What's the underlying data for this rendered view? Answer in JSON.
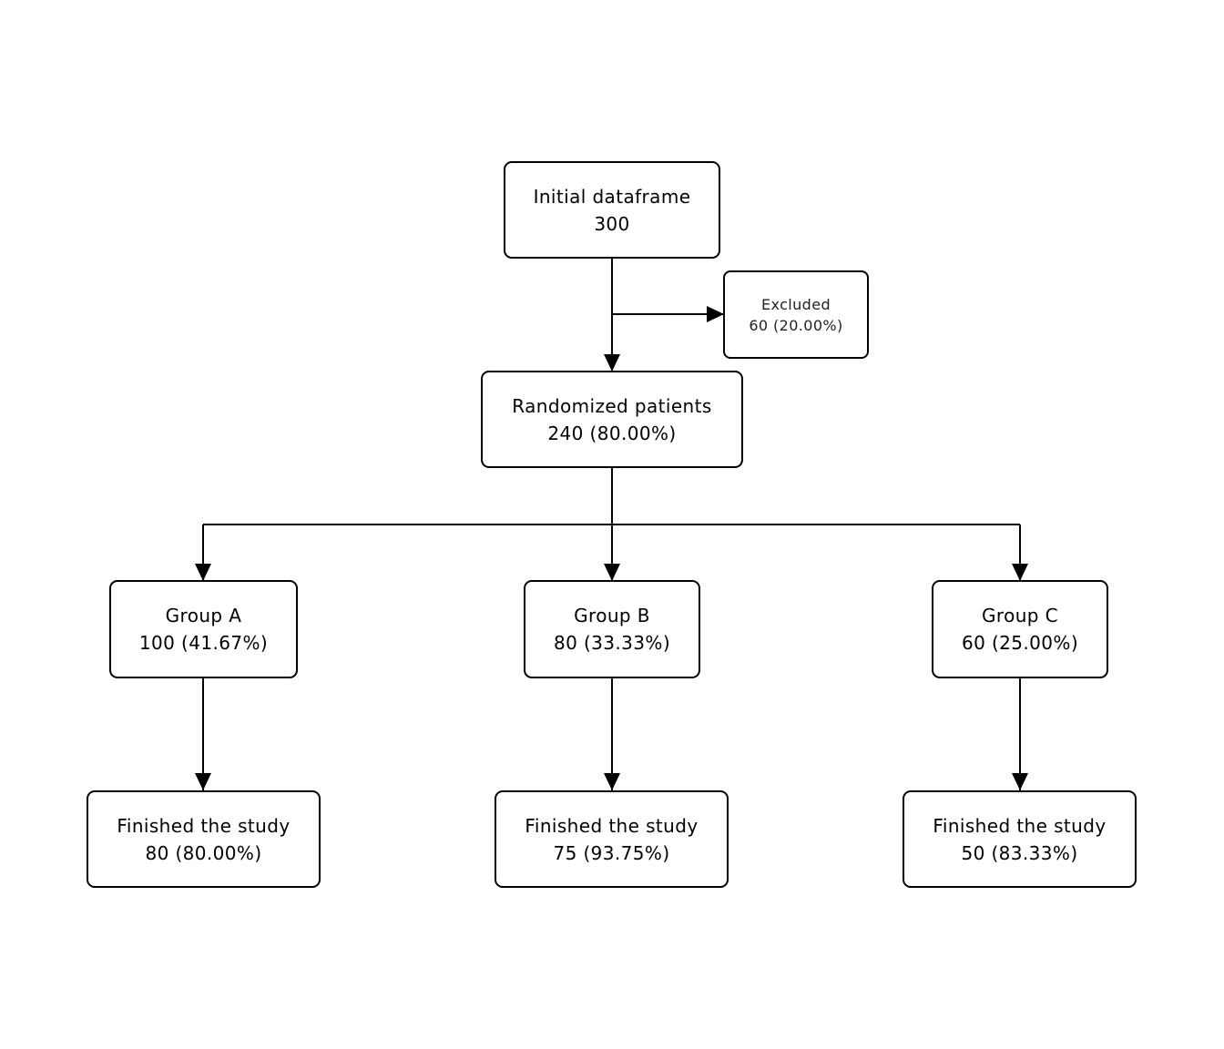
{
  "colors": {
    "stroke": "#000000",
    "background": "#ffffff"
  },
  "nodes": {
    "initial": {
      "label": "Initial dataframe",
      "value": "300"
    },
    "excluded": {
      "label": "Excluded",
      "value": "60 (20.00%)"
    },
    "randomized": {
      "label": "Randomized patients",
      "value": "240 (80.00%)"
    },
    "group_a": {
      "label": "Group A",
      "value": "100 (41.67%)"
    },
    "group_b": {
      "label": "Group B",
      "value": "80 (33.33%)"
    },
    "group_c": {
      "label": "Group C",
      "value": "60 (25.00%)"
    },
    "finished_a": {
      "label": "Finished the study",
      "value": "80 (80.00%)"
    },
    "finished_b": {
      "label": "Finished the study",
      "value": "75 (93.75%)"
    },
    "finished_c": {
      "label": "Finished the study",
      "value": "50 (83.33%)"
    }
  }
}
